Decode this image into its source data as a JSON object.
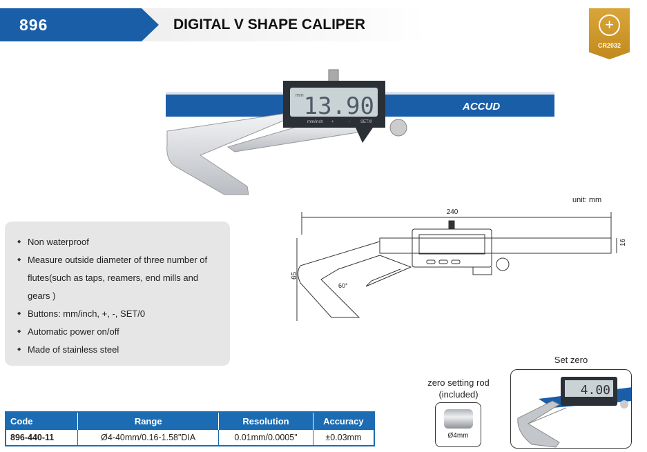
{
  "header": {
    "code": "896",
    "title": "DIGITAL V SHAPE CALIPER"
  },
  "badge": {
    "label": "CR2032",
    "icon": "battery-plus-icon"
  },
  "product_photo": {
    "display_unit": "mm",
    "display_value": "13.90",
    "buttons": [
      "mm/inch",
      "+",
      "-",
      "SET/0"
    ],
    "brand": "ACCUD"
  },
  "features": [
    "Non waterproof",
    "Measure outside diameter of three number of flutes(such as taps, reamers, end mills and gears )",
    "Buttons: mm/inch, +, -, SET/0",
    "Automatic power on/off",
    "Made of stainless steel"
  ],
  "drawing": {
    "unit": "unit: mm",
    "length": "240",
    "height": "65",
    "beam_width": "16",
    "angle": "60°"
  },
  "table": {
    "headers": [
      "Code",
      "Range",
      "Resolution",
      "Accuracy"
    ],
    "rows": [
      [
        "896-440-11",
        "Ø4-40mm/0.16-1.58\"DIA",
        "0.01mm/0.0005\"",
        "±0.03mm"
      ]
    ]
  },
  "rod": {
    "label": "zero setting rod (included)",
    "dim": "Ø4mm"
  },
  "setzero": {
    "label": "Set zero",
    "display_value": "4.00"
  }
}
